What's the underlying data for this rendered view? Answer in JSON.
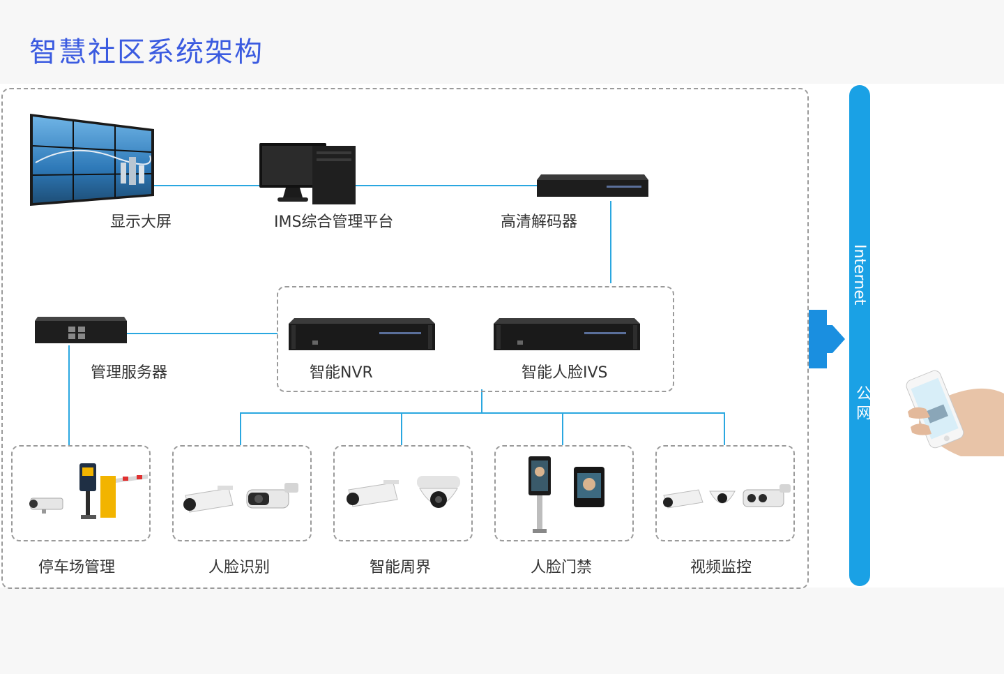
{
  "title": "智慧社区系统架构",
  "nodes": {
    "display_wall": "显示大屏",
    "ims": "IMS综合管理平台",
    "decoder": "高清解码器",
    "mgmt_server": "管理服务器",
    "nvr": "智能NVR",
    "ivs": "智能人脸IVS"
  },
  "subsystems": [
    "停车场管理",
    "人脸识别",
    "智能周界",
    "人脸门禁",
    "视频监控"
  ],
  "network": {
    "internet": "Internet",
    "public": "公网"
  },
  "colors": {
    "title": "#3b5be0",
    "link": "#2aa7e0",
    "bar": "#1aa1e5",
    "arrow": "#1a8fe0"
  }
}
